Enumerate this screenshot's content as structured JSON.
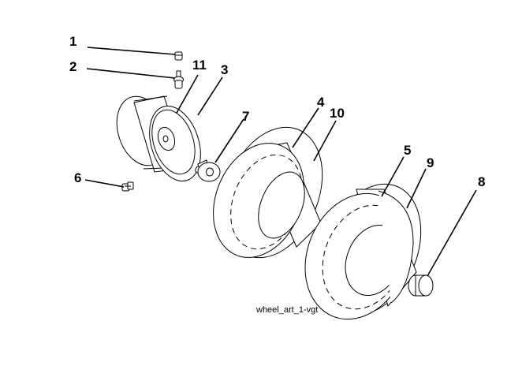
{
  "callouts": {
    "c1": "1",
    "c2": "2",
    "c3": "3",
    "c4": "4",
    "c5": "5",
    "c6": "6",
    "c7": "7",
    "c8": "8",
    "c9": "9",
    "c10": "10",
    "c11": "11"
  },
  "caption": "wheel_art_1-vgt",
  "colors": {
    "line": "#000000",
    "background": "#ffffff"
  }
}
